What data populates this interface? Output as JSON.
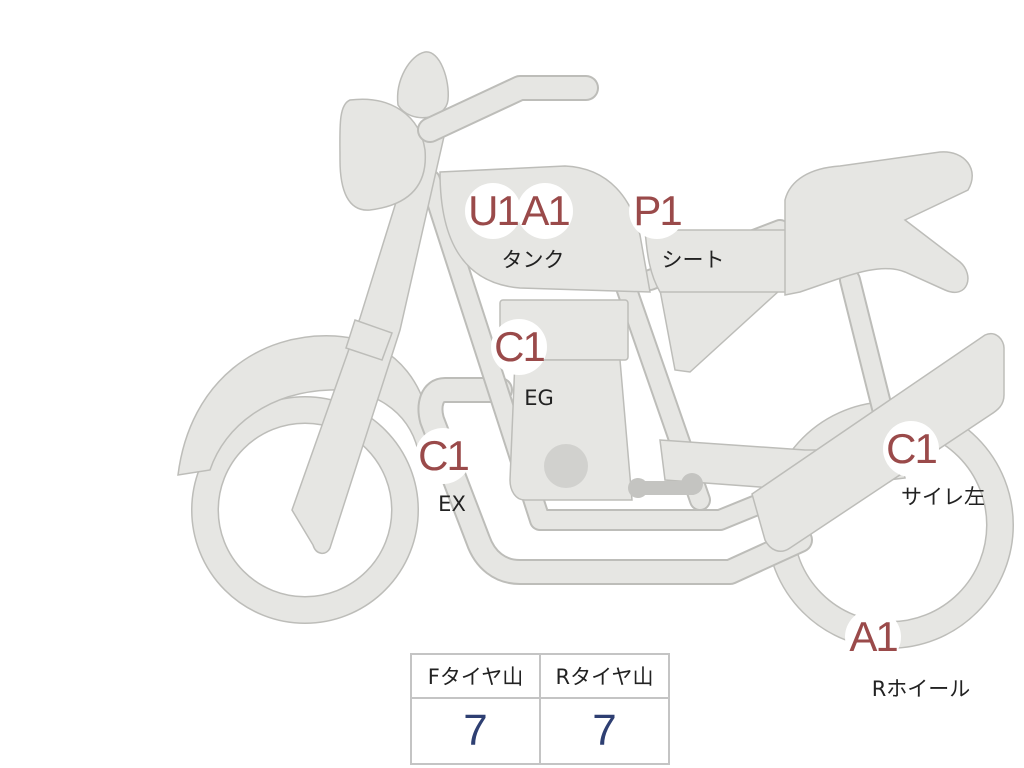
{
  "markers": [
    {
      "id": "tank-u1",
      "code": "U1",
      "label": ""
    },
    {
      "id": "tank-a1",
      "code": "A1",
      "label": "タンク"
    },
    {
      "id": "seat-p1",
      "code": "P1",
      "label": "シート"
    },
    {
      "id": "engine-c1",
      "code": "C1",
      "label": "EG"
    },
    {
      "id": "exhaust-c1",
      "code": "C1",
      "label": "EX"
    },
    {
      "id": "muffler-c1",
      "code": "C1",
      "label": "サイレ左"
    },
    {
      "id": "rear-wheel-a1",
      "code": "A1",
      "label": "Rホイール"
    }
  ],
  "tire_table": {
    "headers": [
      "Fタイヤ山",
      "Rタイヤ山"
    ],
    "values": [
      "7",
      "7"
    ]
  },
  "colors": {
    "bike_fill": "#e6e6e3",
    "bike_outline": "#bdbdb9",
    "code_text": "#9a4a4a",
    "value_text": "#2e3f72"
  }
}
